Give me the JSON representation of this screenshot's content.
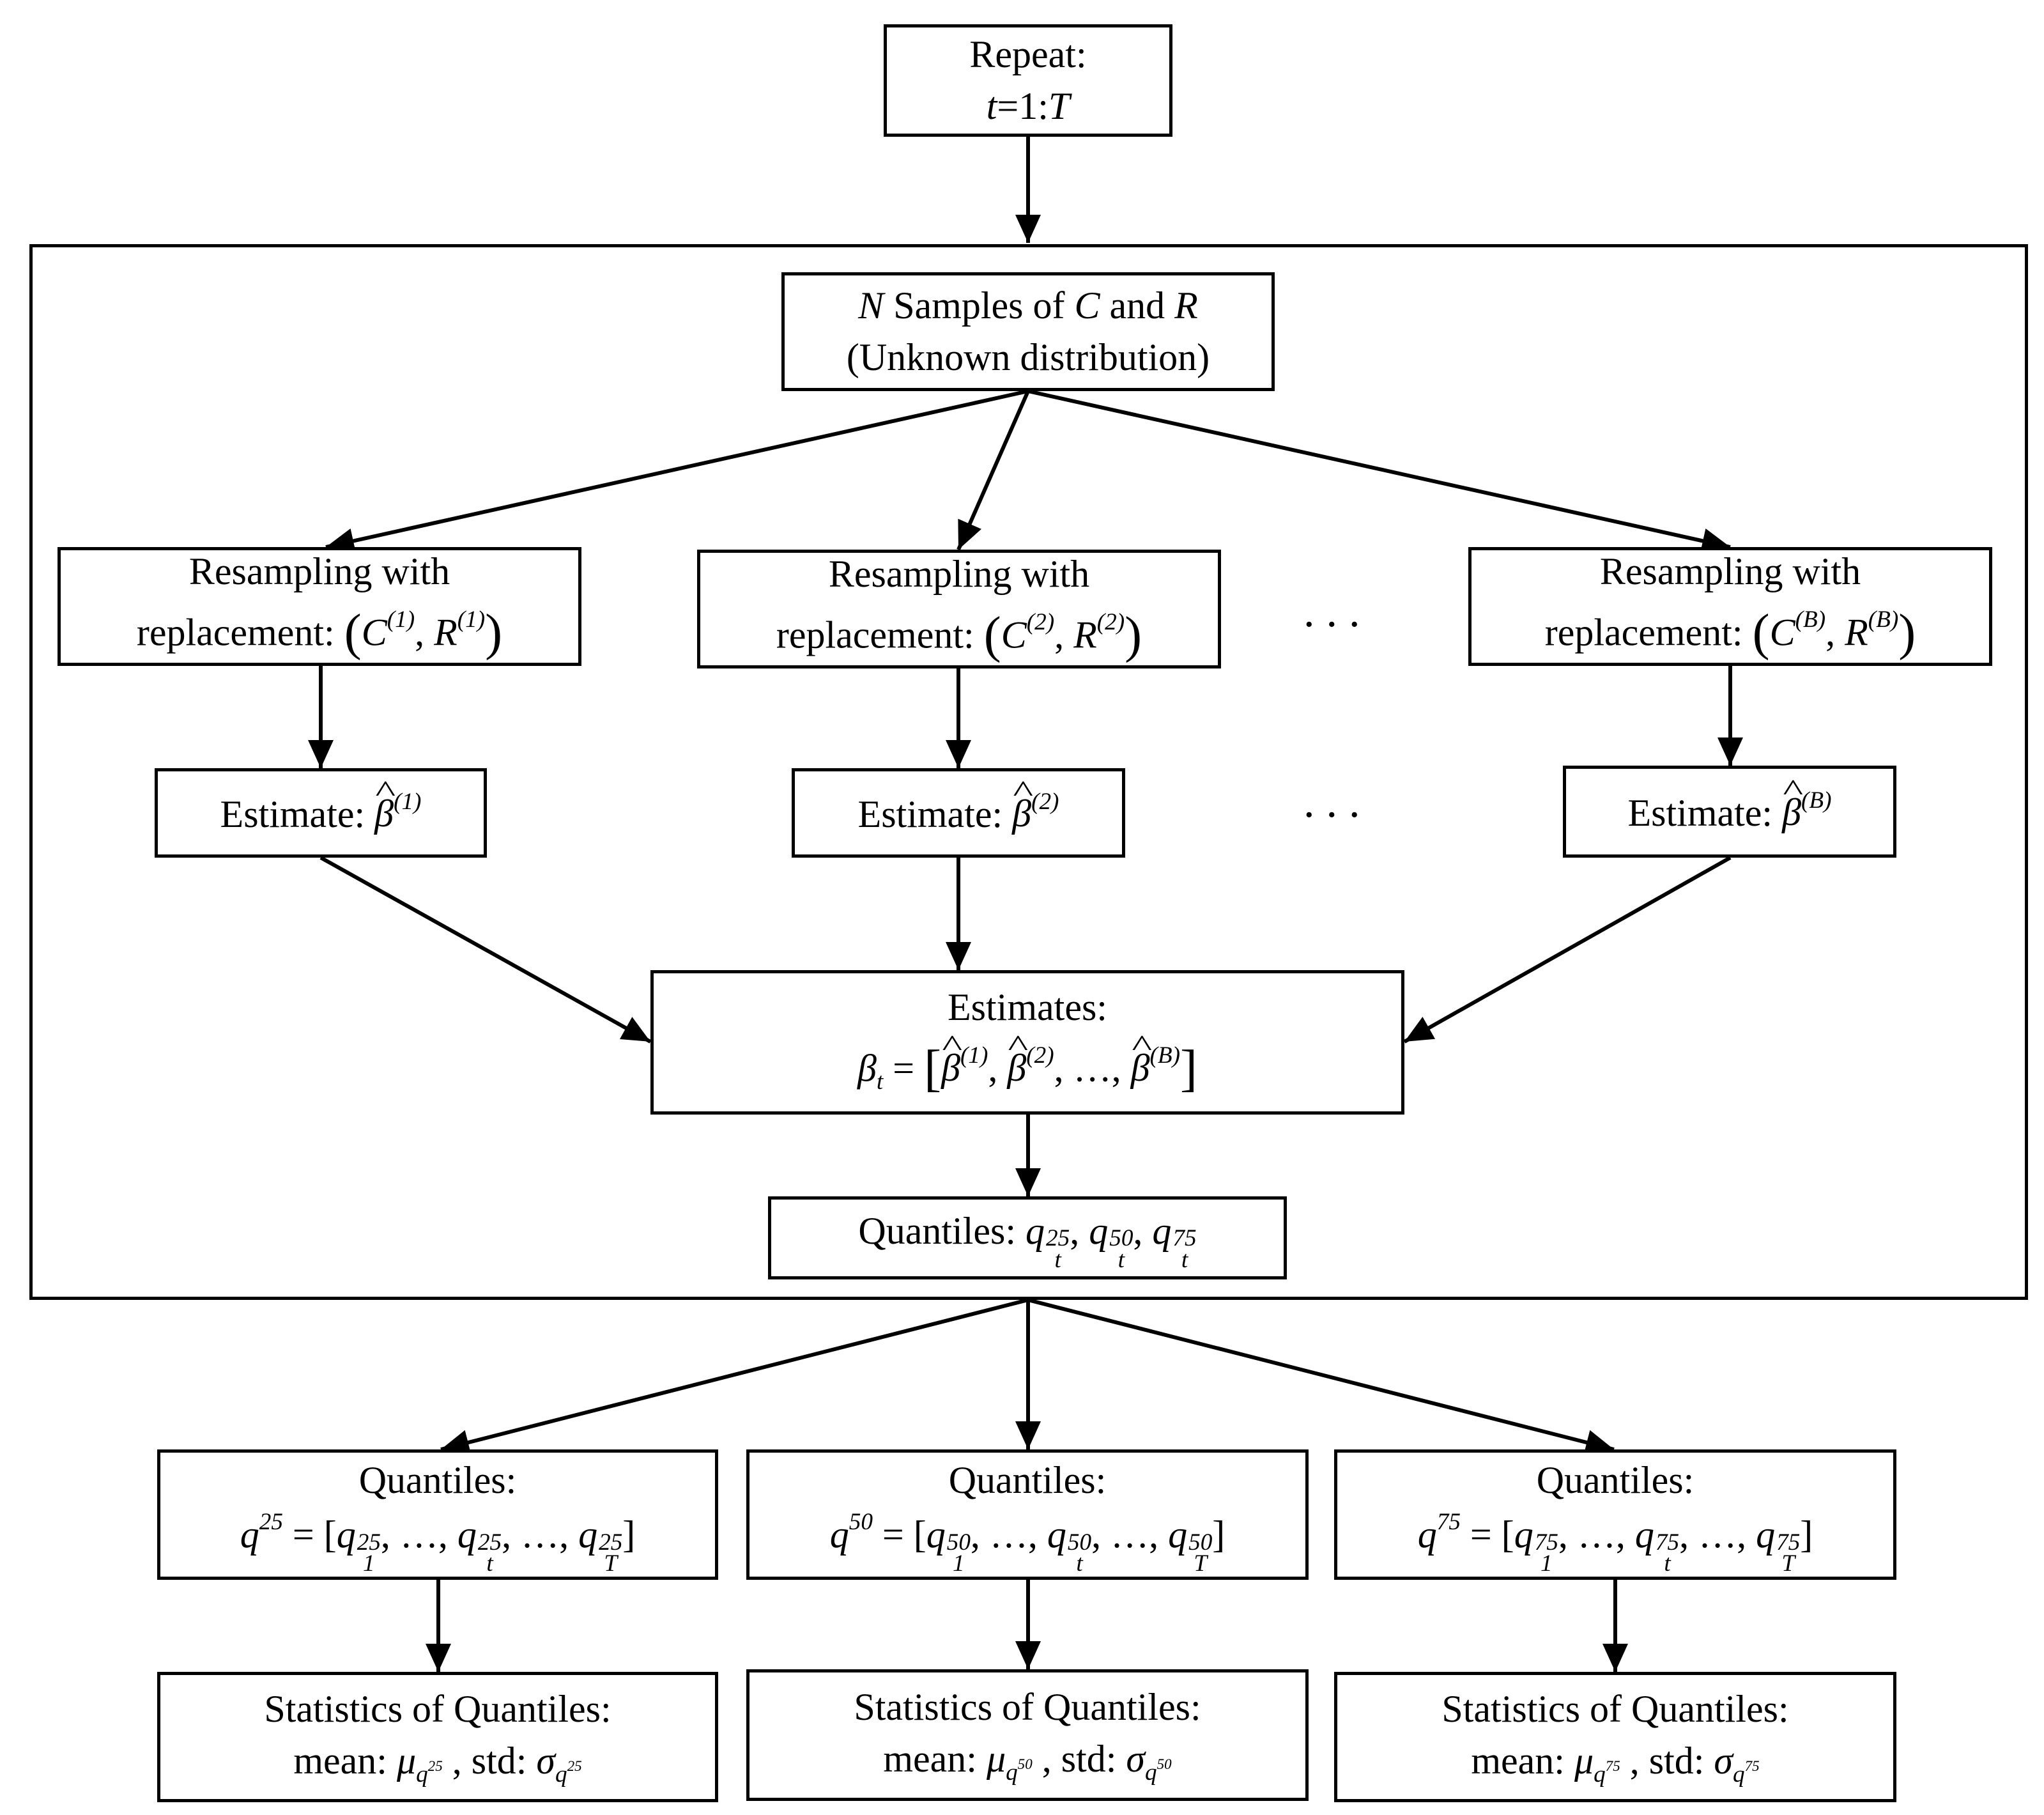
{
  "repeat": {
    "line1": "Repeat:",
    "t": "t",
    "eq": "=1:",
    "T": "T"
  },
  "samples": {
    "N": "N",
    "mid1": " Samples of ",
    "C": "C",
    "mid2": " and ",
    "R": "R",
    "line2": "(Unknown distribution)"
  },
  "resampling": [
    {
      "line1": "Resampling with",
      "prefix": "replacement: ",
      "idx": "1"
    },
    {
      "line1": "Resampling with",
      "prefix": "replacement: ",
      "idx": "2"
    },
    {
      "line1": "Resampling with",
      "prefix": "replacement: ",
      "idx": "B"
    }
  ],
  "estimate": [
    {
      "label": "Estimate: ",
      "idx": "1"
    },
    {
      "label": "Estimate: ",
      "idx": "2"
    },
    {
      "label": "Estimate: ",
      "idx": "B"
    }
  ],
  "ellipsis": "...",
  "estimates": {
    "line1": "Estimates:"
  },
  "quantiles_t": {
    "label": "Quantiles: ",
    "p": [
      "25",
      "50",
      "75"
    ]
  },
  "quantile_series": [
    {
      "line1": "Quantiles:",
      "p": "25"
    },
    {
      "line1": "Quantiles:",
      "p": "50"
    },
    {
      "line1": "Quantiles:",
      "p": "75"
    }
  ],
  "statistics": [
    {
      "line1": "Statistics of Quantiles:",
      "mean_label": "mean: ",
      "std_label": " , std: ",
      "p": "25"
    },
    {
      "line1": "Statistics of Quantiles:",
      "mean_label": "mean: ",
      "std_label": " , std: ",
      "p": "50"
    },
    {
      "line1": "Statistics of Quantiles:",
      "mean_label": "mean: ",
      "std_label": " , std: ",
      "p": "75"
    }
  ]
}
